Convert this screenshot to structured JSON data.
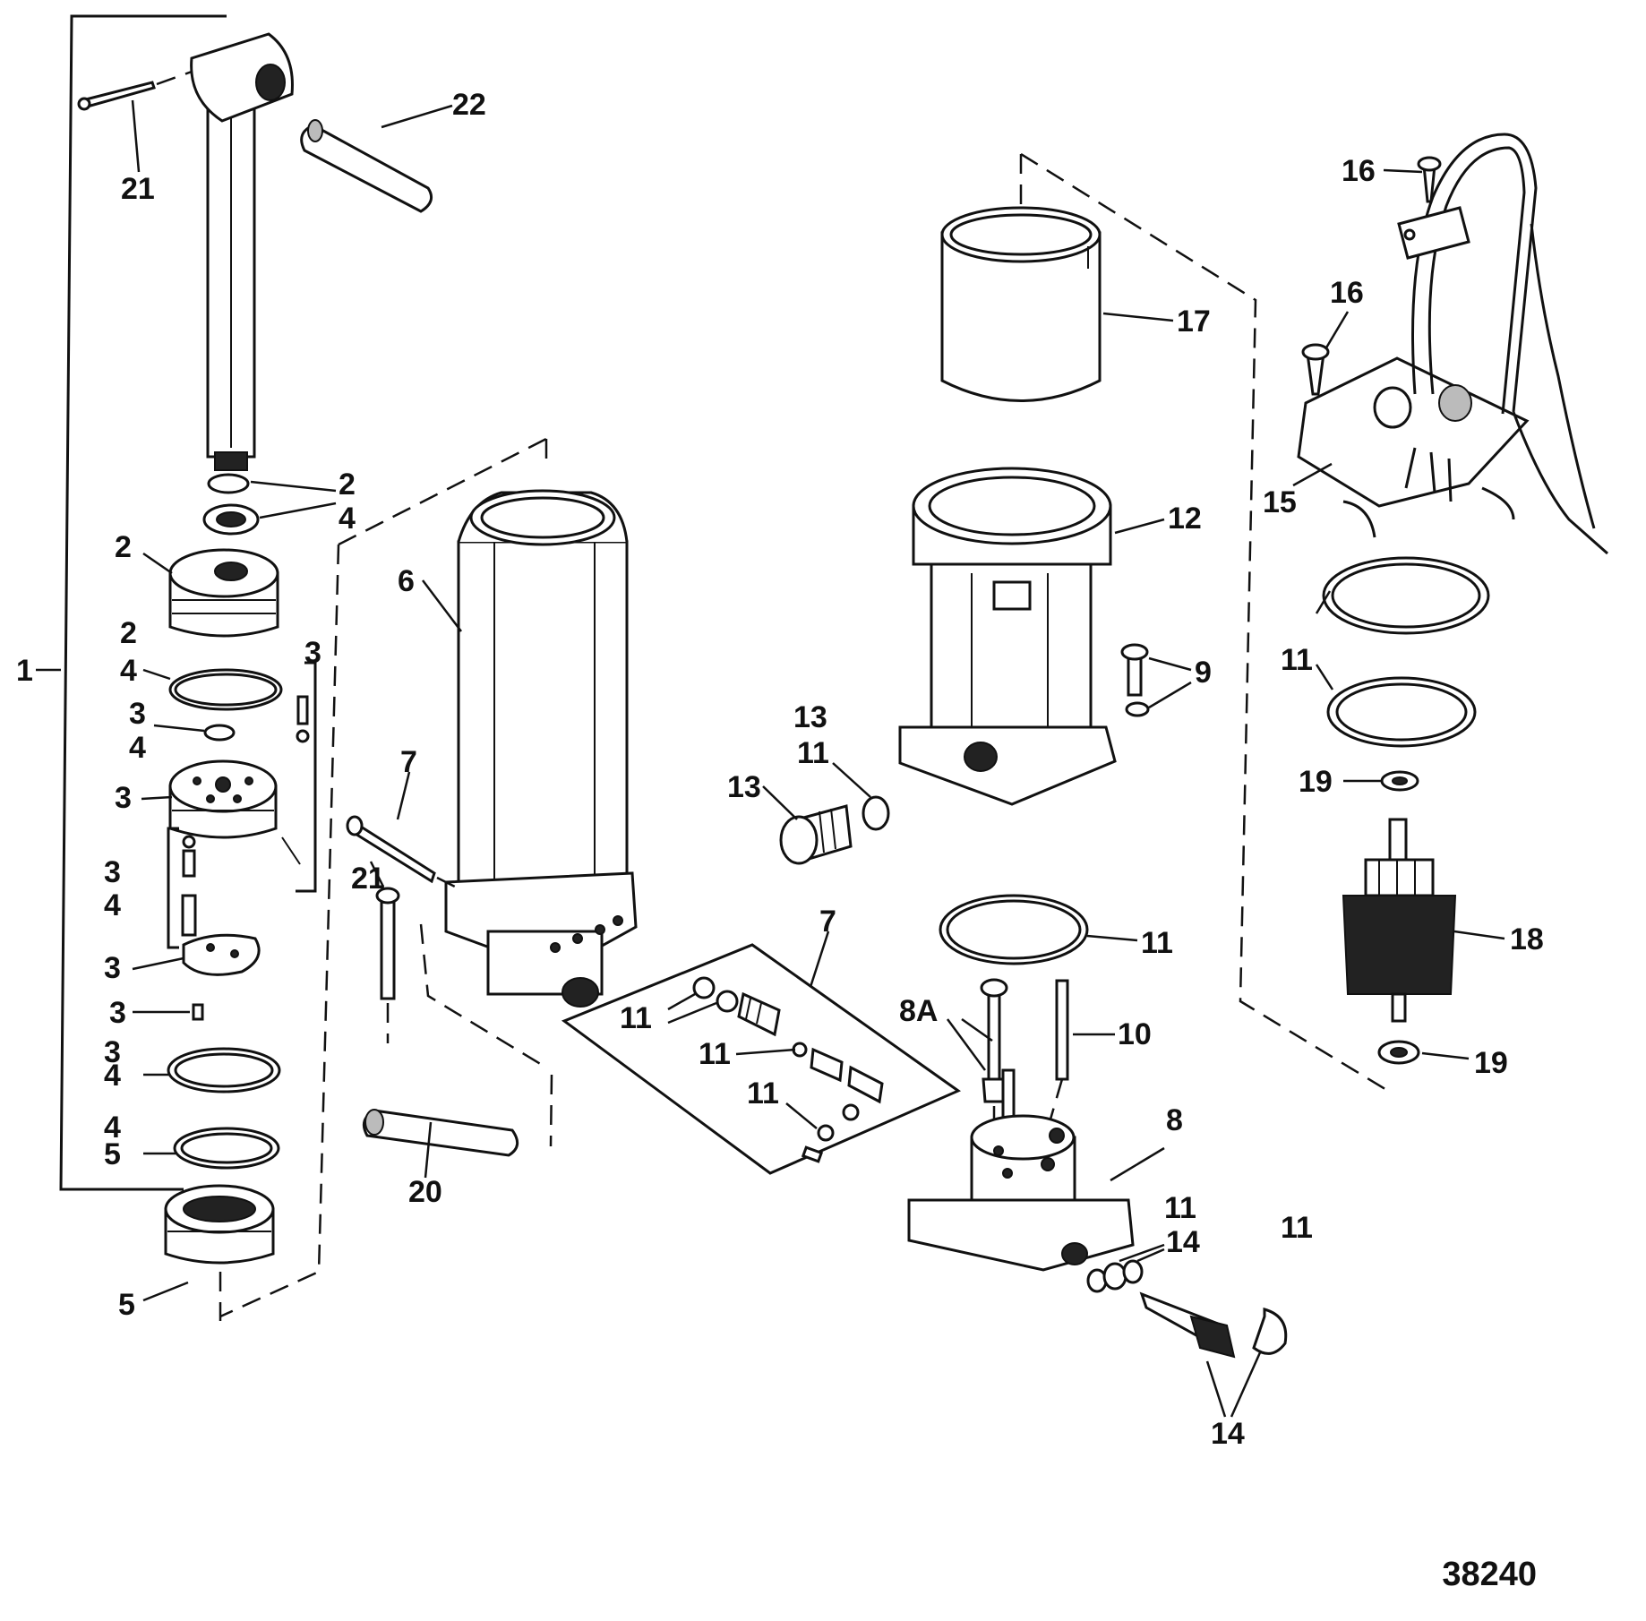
{
  "callouts": [
    {
      "id": "c1",
      "text": "1"
    },
    {
      "id": "c2a",
      "text": "2"
    },
    {
      "id": "c2b",
      "text": "2"
    },
    {
      "id": "c2c",
      "text": "2"
    },
    {
      "id": "c4a",
      "text": "4"
    },
    {
      "id": "c4b",
      "text": "4"
    },
    {
      "id": "c4c",
      "text": "4"
    },
    {
      "id": "c4d",
      "text": "4"
    },
    {
      "id": "c4e",
      "text": "4"
    },
    {
      "id": "c4f",
      "text": "4"
    },
    {
      "id": "c3a",
      "text": "3"
    },
    {
      "id": "c3b",
      "text": "3"
    },
    {
      "id": "c3c",
      "text": "3"
    },
    {
      "id": "c3d",
      "text": "3"
    },
    {
      "id": "c3e",
      "text": "3"
    },
    {
      "id": "c3f",
      "text": "3"
    },
    {
      "id": "c3g",
      "text": "3"
    },
    {
      "id": "c5a",
      "text": "5"
    },
    {
      "id": "c5b",
      "text": "5"
    },
    {
      "id": "c6",
      "text": "6"
    },
    {
      "id": "c7a",
      "text": "7"
    },
    {
      "id": "c7b",
      "text": "7"
    },
    {
      "id": "c8",
      "text": "8"
    },
    {
      "id": "c8A",
      "text": "8A"
    },
    {
      "id": "c9",
      "text": "9"
    },
    {
      "id": "c10",
      "text": "10"
    },
    {
      "id": "c11a",
      "text": "11"
    },
    {
      "id": "c11b",
      "text": "11"
    },
    {
      "id": "c11c",
      "text": "11"
    },
    {
      "id": "c11d",
      "text": "11"
    },
    {
      "id": "c11e",
      "text": "11"
    },
    {
      "id": "c11f",
      "text": "11"
    },
    {
      "id": "c11g",
      "text": "11"
    },
    {
      "id": "c11h",
      "text": "11"
    },
    {
      "id": "c12",
      "text": "12"
    },
    {
      "id": "c13a",
      "text": "13"
    },
    {
      "id": "c13b",
      "text": "13"
    },
    {
      "id": "c14a",
      "text": "14"
    },
    {
      "id": "c14b",
      "text": "14"
    },
    {
      "id": "c15",
      "text": "15"
    },
    {
      "id": "c16a",
      "text": "16"
    },
    {
      "id": "c16b",
      "text": "16"
    },
    {
      "id": "c17",
      "text": "17"
    },
    {
      "id": "c18",
      "text": "18"
    },
    {
      "id": "c19a",
      "text": "19"
    },
    {
      "id": "c19b",
      "text": "19"
    },
    {
      "id": "c20",
      "text": "20"
    },
    {
      "id": "c21a",
      "text": "21"
    },
    {
      "id": "c21b",
      "text": "21"
    },
    {
      "id": "c22",
      "text": "22"
    }
  ],
  "catalog_number": "38240",
  "colors": {
    "ink": "#111111",
    "background": "#ffffff"
  }
}
